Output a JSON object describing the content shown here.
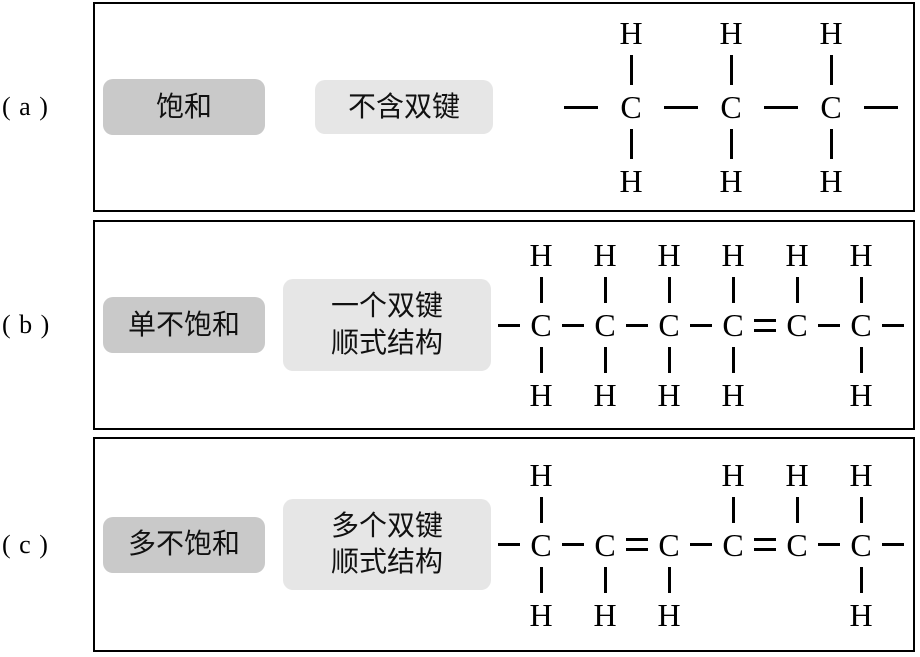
{
  "figure": {
    "colors": {
      "category_pill_bg": "#c9c9c9",
      "description_pill_bg": "#e6e6e6",
      "ink": "#000000"
    },
    "rows": [
      {
        "outer_label": "( a )",
        "category": "饱和",
        "description_lines": [
          "不含双键"
        ],
        "molecule": {
          "lead_bond": "single",
          "tail_bond": "single",
          "bonds": [
            "single",
            "single"
          ],
          "carbons": [
            {
              "symbol": "C",
              "top": "H",
              "bottom": "H"
            },
            {
              "symbol": "C",
              "top": "H",
              "bottom": "H"
            },
            {
              "symbol": "C",
              "top": "H",
              "bottom": "H"
            }
          ]
        }
      },
      {
        "outer_label": "( b )",
        "category": "单不饱和",
        "description_lines": [
          "一个双键",
          "顺式结构"
        ],
        "molecule": {
          "lead_bond": "single",
          "tail_bond": "single",
          "bonds": [
            "single",
            "single",
            "single",
            "double",
            "single"
          ],
          "carbons": [
            {
              "symbol": "C",
              "top": "H",
              "bottom": "H"
            },
            {
              "symbol": "C",
              "top": "H",
              "bottom": "H"
            },
            {
              "symbol": "C",
              "top": "H",
              "bottom": "H"
            },
            {
              "symbol": "C",
              "top": "H",
              "bottom": "H"
            },
            {
              "symbol": "C",
              "top": "H",
              "bottom": null
            },
            {
              "symbol": "C",
              "top": "H",
              "bottom": "H"
            }
          ]
        }
      },
      {
        "outer_label": "( c )",
        "category": "多不饱和",
        "description_lines": [
          "多个双键",
          "顺式结构"
        ],
        "molecule": {
          "lead_bond": "single",
          "tail_bond": "single",
          "bonds": [
            "single",
            "double",
            "single",
            "double",
            "single"
          ],
          "carbons": [
            {
              "symbol": "C",
              "top": "H",
              "bottom": "H"
            },
            {
              "symbol": "C",
              "top": null,
              "bottom": "H"
            },
            {
              "symbol": "C",
              "top": null,
              "bottom": "H"
            },
            {
              "symbol": "C",
              "top": "H",
              "bottom": null
            },
            {
              "symbol": "C",
              "top": "H",
              "bottom": null
            },
            {
              "symbol": "C",
              "top": "H",
              "bottom": "H"
            }
          ]
        }
      }
    ]
  }
}
